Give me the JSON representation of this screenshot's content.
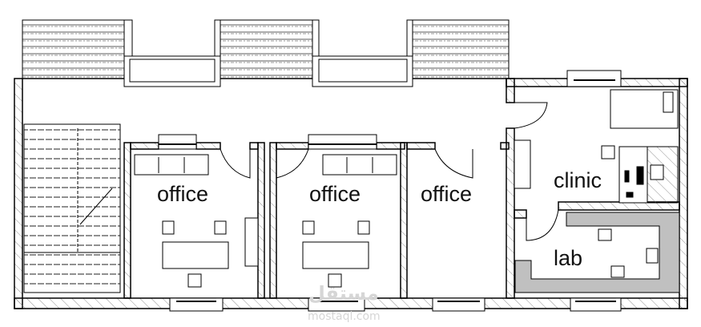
{
  "plan": {
    "rooms": [
      {
        "id": "office-1",
        "label": "office"
      },
      {
        "id": "office-2",
        "label": "office"
      },
      {
        "id": "office-3",
        "label": "office"
      },
      {
        "id": "clinic",
        "label": "clinic"
      },
      {
        "id": "lab",
        "label": "lab"
      }
    ],
    "watermark": {
      "arabic": "مستقل",
      "latin": "mostaql.com"
    },
    "colors": {
      "line": "#000000",
      "counter": "#c0c0c0",
      "hatch": "#777777",
      "watermark": "#d6d6d6"
    }
  }
}
